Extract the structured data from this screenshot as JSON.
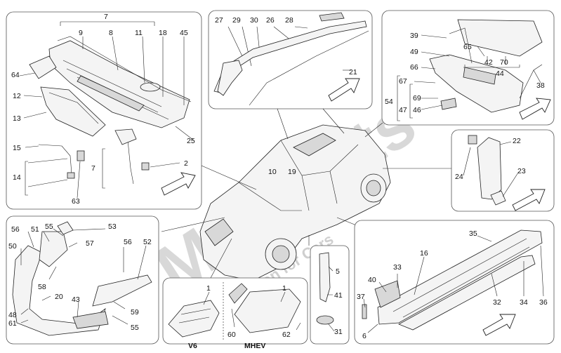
{
  "diagram": {
    "watermark": {
      "brand": "Mazparts",
      "tagline": "Passion for Cars",
      "colors": {
        "logo_red": "#e8483f",
        "logo_gray": "#b9b9b9",
        "text_gray": "#a8a8a8"
      }
    },
    "bottom_labels": {
      "v6": "V6",
      "mhev": "MHEV"
    },
    "callouts": {
      "p1": [
        "7",
        "9",
        "8",
        "11",
        "18",
        "45",
        "64",
        "12",
        "13",
        "15",
        "14",
        "63",
        "7",
        "2",
        "25"
      ],
      "p2": [
        "27",
        "29",
        "30",
        "26",
        "28",
        "21"
      ],
      "p3": [
        "39",
        "49",
        "66",
        "65",
        "42",
        "70",
        "44",
        "38",
        "67",
        "54",
        "47",
        "69",
        "46"
      ],
      "p4": [
        "22",
        "24",
        "23"
      ],
      "car": [
        "10",
        "19"
      ],
      "p5": [
        "56",
        "51",
        "55",
        "53",
        "50",
        "57",
        "58",
        "20",
        "43",
        "48",
        "61",
        "56",
        "52",
        "59",
        "55"
      ],
      "p6": [
        "1",
        "60",
        "1",
        "62"
      ],
      "p7": [
        "5",
        "41",
        "31"
      ],
      "p8": [
        "35",
        "16",
        "33",
        "40",
        "37",
        "32",
        "34",
        "36",
        "6"
      ]
    }
  }
}
